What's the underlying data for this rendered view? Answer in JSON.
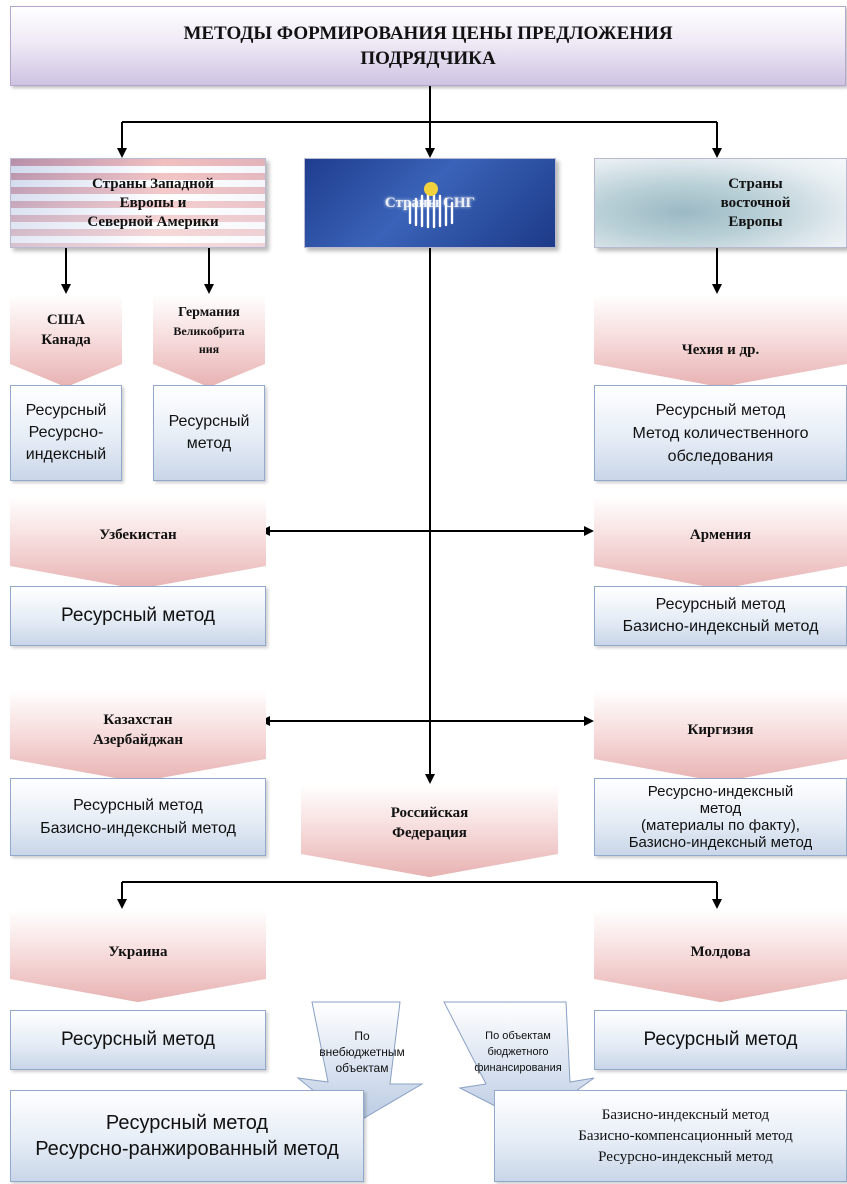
{
  "title": {
    "line1": "МЕТОДЫ ФОРМИРОВАНИЯ ЦЕНЫ ПРЕДЛОЖЕНИЯ",
    "line2": "ПОДРЯДЧИКА"
  },
  "regions": {
    "west": {
      "line1": "Страны Западной",
      "line2": "Европы и",
      "line3": "Северной Америки"
    },
    "cis": {
      "label": "Страны СНГ"
    },
    "east": {
      "line1": "Страны",
      "line2": "восточной",
      "line3": "Европы"
    }
  },
  "countries": {
    "usa": {
      "line1": "США",
      "line2": "Канада"
    },
    "germany": {
      "line1": "Германия",
      "line2": "Великобрита",
      "line3": "ния"
    },
    "czech": {
      "label": "Чехия и др."
    },
    "uzbekistan": {
      "label": "Узбекистан"
    },
    "armenia": {
      "label": "Армения"
    },
    "kazakhstan": {
      "line1": "Казахстан",
      "line2": "Азербайджан"
    },
    "kyrgyzstan": {
      "label": "Киргизия"
    },
    "ukraine": {
      "label": "Украина"
    },
    "russia": {
      "line1": "Российская",
      "line2": "Федерация"
    },
    "moldova": {
      "label": "Молдова"
    }
  },
  "methods": {
    "usa": [
      "Ресурсный",
      "Ресурсно-",
      "индексный"
    ],
    "germany": [
      "Ресурсный",
      "метод"
    ],
    "czech": [
      "Ресурсный метод",
      "Метод количественного",
      "обследования"
    ],
    "uzbekistan": [
      "Ресурсный метод"
    ],
    "armenia": [
      "Ресурсный метод",
      "Базисно-индексный метод"
    ],
    "kazakhstan": [
      "Ресурсный метод",
      "Базисно-индексный метод"
    ],
    "kyrgyzstan": [
      "Ресурсно-индексный",
      "метод",
      "(материалы по факту),",
      "Базисно-индексный метод"
    ],
    "ukraine": [
      "Ресурсный метод"
    ],
    "moldova": [
      "Ресурсный метод"
    ],
    "russia_extrabudget": [
      "Ресурсный метод",
      "Ресурсно-ранжированный метод"
    ],
    "russia_budget": [
      "Базисно-индексный метод",
      "Базисно-компенсационный метод",
      "Ресурсно-индексный метод"
    ]
  },
  "russia_branches": {
    "extrabudget": [
      "По",
      "внебюджетным",
      "объектам"
    ],
    "budget": [
      "По объектам",
      "бюджетного",
      "финансирования"
    ]
  },
  "colors": {
    "country_fill_bottom": "#e8b2b2",
    "country_border": "#c98989",
    "method_fill_bottom": "#c9d6e8",
    "method_border": "#93a9cc",
    "title_fill_bottom": "#cfc3e2",
    "connector": "#000000"
  }
}
